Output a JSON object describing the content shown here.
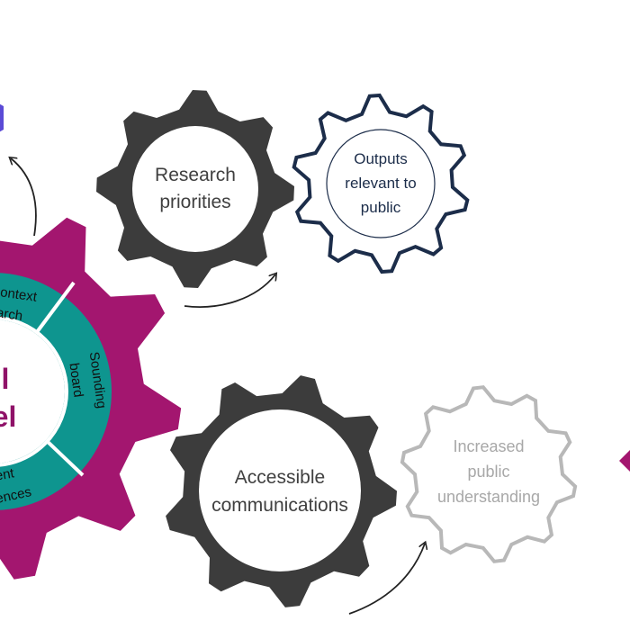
{
  "diagram": {
    "panel": {
      "title_lines": [
        "l",
        "el"
      ],
      "segments": [
        {
          "lines": [
            "ontext",
            "arch"
          ]
        },
        {
          "lines": [
            "Sounding",
            "board"
          ]
        },
        {
          "lines": [
            "ent",
            "ences"
          ]
        }
      ]
    },
    "gears": [
      {
        "id": "research-priorities",
        "lines": [
          "Research",
          "priorities"
        ]
      },
      {
        "id": "outputs-relevant",
        "lines": [
          "Outputs",
          "relevant to",
          "public"
        ]
      },
      {
        "id": "accessible-communications",
        "lines": [
          "Accessible",
          "communications"
        ]
      },
      {
        "id": "increased-understanding",
        "lines": [
          "Increased",
          "public",
          "understanding"
        ]
      }
    ]
  },
  "colors": {
    "panel_gear": "#a3166f",
    "panel_ring": "#0e958f",
    "panel_text": "#8f1268",
    "dark_gear": "#3c3c3c",
    "dark_text": "#404040",
    "outline_navy": "#1c2d4a",
    "outline_grey": "#b8b8b8",
    "grey_text": "#a8a8a8",
    "hexagon": "#5b4bd6"
  }
}
